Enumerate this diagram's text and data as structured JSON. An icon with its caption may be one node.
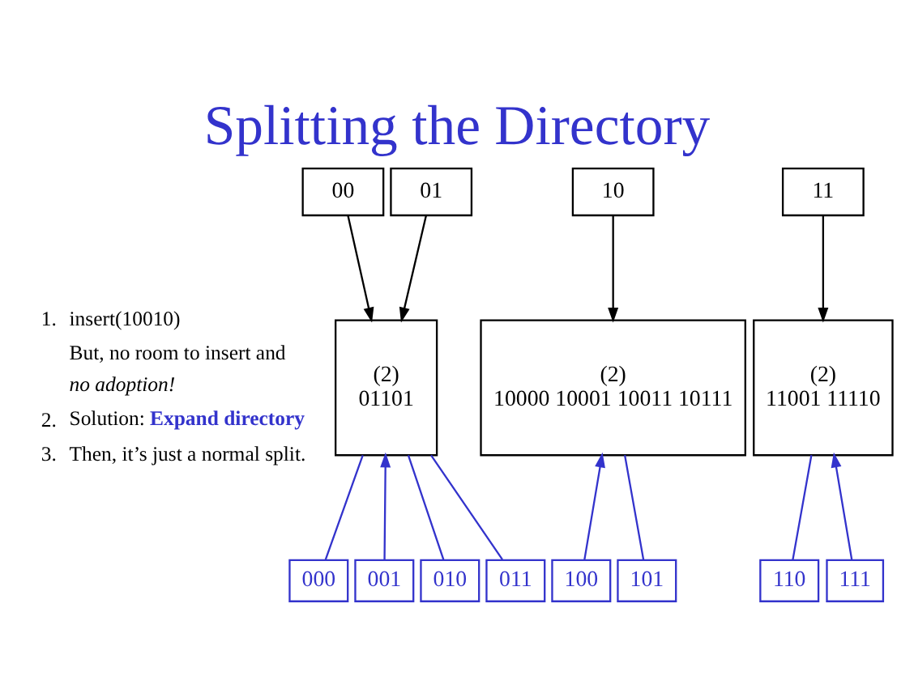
{
  "diagram": {
    "title": "Splitting the Directory",
    "nodes": [
      {
        "text": [
          "00"
        ]
      },
      {
        "text": [
          "01"
        ]
      },
      {
        "text": [
          "10"
        ]
      },
      {
        "text": [
          "11"
        ]
      },
      {
        "text": [
          "(2)",
          "01101"
        ]
      },
      {
        "text": [
          "(2)",
          "10000 10001 10011 10111"
        ]
      },
      {
        "text": [
          "(2)",
          "11001 11110"
        ]
      },
      {
        "text": [
          "000"
        ]
      },
      {
        "text": [
          "001"
        ]
      },
      {
        "text": [
          "010"
        ]
      },
      {
        "text": [
          "011"
        ]
      },
      {
        "text": [
          "100"
        ]
      },
      {
        "text": [
          "101"
        ]
      },
      {
        "text": [
          "110"
        ]
      },
      {
        "text": [
          "111"
        ]
      }
    ],
    "edges": [
      {
        "from": 0,
        "to": 4,
        "arrow": "to",
        "color": "#000000"
      },
      {
        "from": 1,
        "to": 4,
        "arrow": "to",
        "color": "#000000"
      },
      {
        "from": 2,
        "to": 5,
        "arrow": "to",
        "color": "#000000"
      },
      {
        "from": 3,
        "to": 6,
        "arrow": "to",
        "color": "#000000"
      },
      {
        "from": 7,
        "to": 4,
        "arrow": "none"
      },
      {
        "from": 8,
        "to": 4,
        "arrow": "to"
      },
      {
        "from": 9,
        "to": 4,
        "arrow": "none"
      },
      {
        "from": 10,
        "to": 4,
        "arrow": "none"
      },
      {
        "from": 11,
        "to": 5,
        "arrow": "to"
      },
      {
        "from": 12,
        "to": 5,
        "arrow": "none"
      },
      {
        "from": 13,
        "to": 6,
        "arrow": "none"
      },
      {
        "from": 14,
        "to": 6,
        "arrow": "to"
      }
    ],
    "labels": [
      "1.",
      "insert(10010)",
      "But, no room to insert and",
      "no adoption!",
      "2.",
      "Solution:",
      "Expand directory",
      "3.",
      "Then, it’s just a normal split."
    ]
  }
}
